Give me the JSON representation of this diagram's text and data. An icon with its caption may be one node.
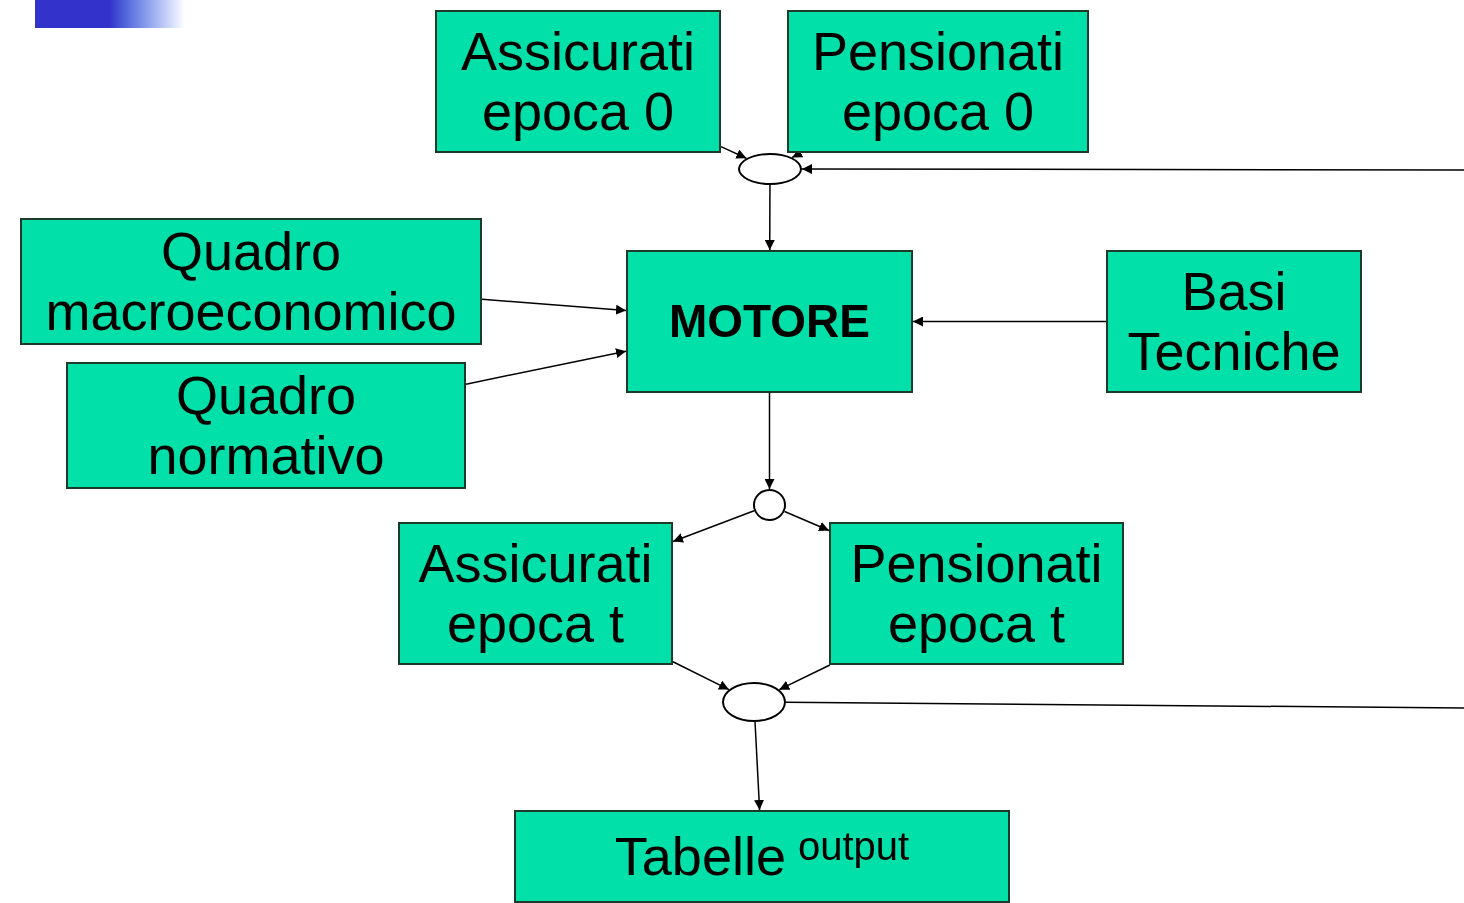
{
  "diagram": {
    "nodes": [
      {
        "text": [
          "Assicurati epoca 0"
        ]
      },
      {
        "text": [
          "Pensionati epoca 0"
        ]
      },
      {
        "text": [],
        "shape": "circle"
      },
      {
        "text": [
          "Quadro macroeconomico"
        ]
      },
      {
        "text": [
          "MOTORE"
        ]
      },
      {
        "text": [
          "Basi Tecniche"
        ]
      },
      {
        "text": [
          "Quadro normativo"
        ]
      },
      {
        "text": [],
        "shape": "circle"
      },
      {
        "text": [
          "Assicurati epoca t"
        ]
      },
      {
        "text": [
          "Pensionati epoca t"
        ]
      },
      {
        "text": [],
        "shape": "circle"
      },
      {
        "text": [
          "Tabelle",
          "output"
        ]
      }
    ],
    "edges": [
      {
        "from": 0,
        "to": 2,
        "arrow": "to"
      },
      {
        "from": 1,
        "to": 2,
        "arrow": "to"
      },
      {
        "from": null,
        "to": 2,
        "arrow": "to"
      },
      {
        "from": 2,
        "to": 4,
        "arrow": "to"
      },
      {
        "from": 3,
        "to": 4,
        "arrow": "to"
      },
      {
        "from": 6,
        "to": 4,
        "arrow": "to"
      },
      {
        "from": 5,
        "to": 4,
        "arrow": "to"
      },
      {
        "from": 4,
        "to": 7,
        "arrow": "to"
      },
      {
        "from": 7,
        "to": 8,
        "arrow": "to"
      },
      {
        "from": 7,
        "to": 9,
        "arrow": "to"
      },
      {
        "from": 8,
        "to": 10,
        "arrow": "to"
      },
      {
        "from": 9,
        "to": 10,
        "arrow": "to"
      },
      {
        "from": 10,
        "to": null,
        "arrow": "none"
      },
      {
        "from": 10,
        "to": 11,
        "arrow": "to"
      }
    ]
  }
}
